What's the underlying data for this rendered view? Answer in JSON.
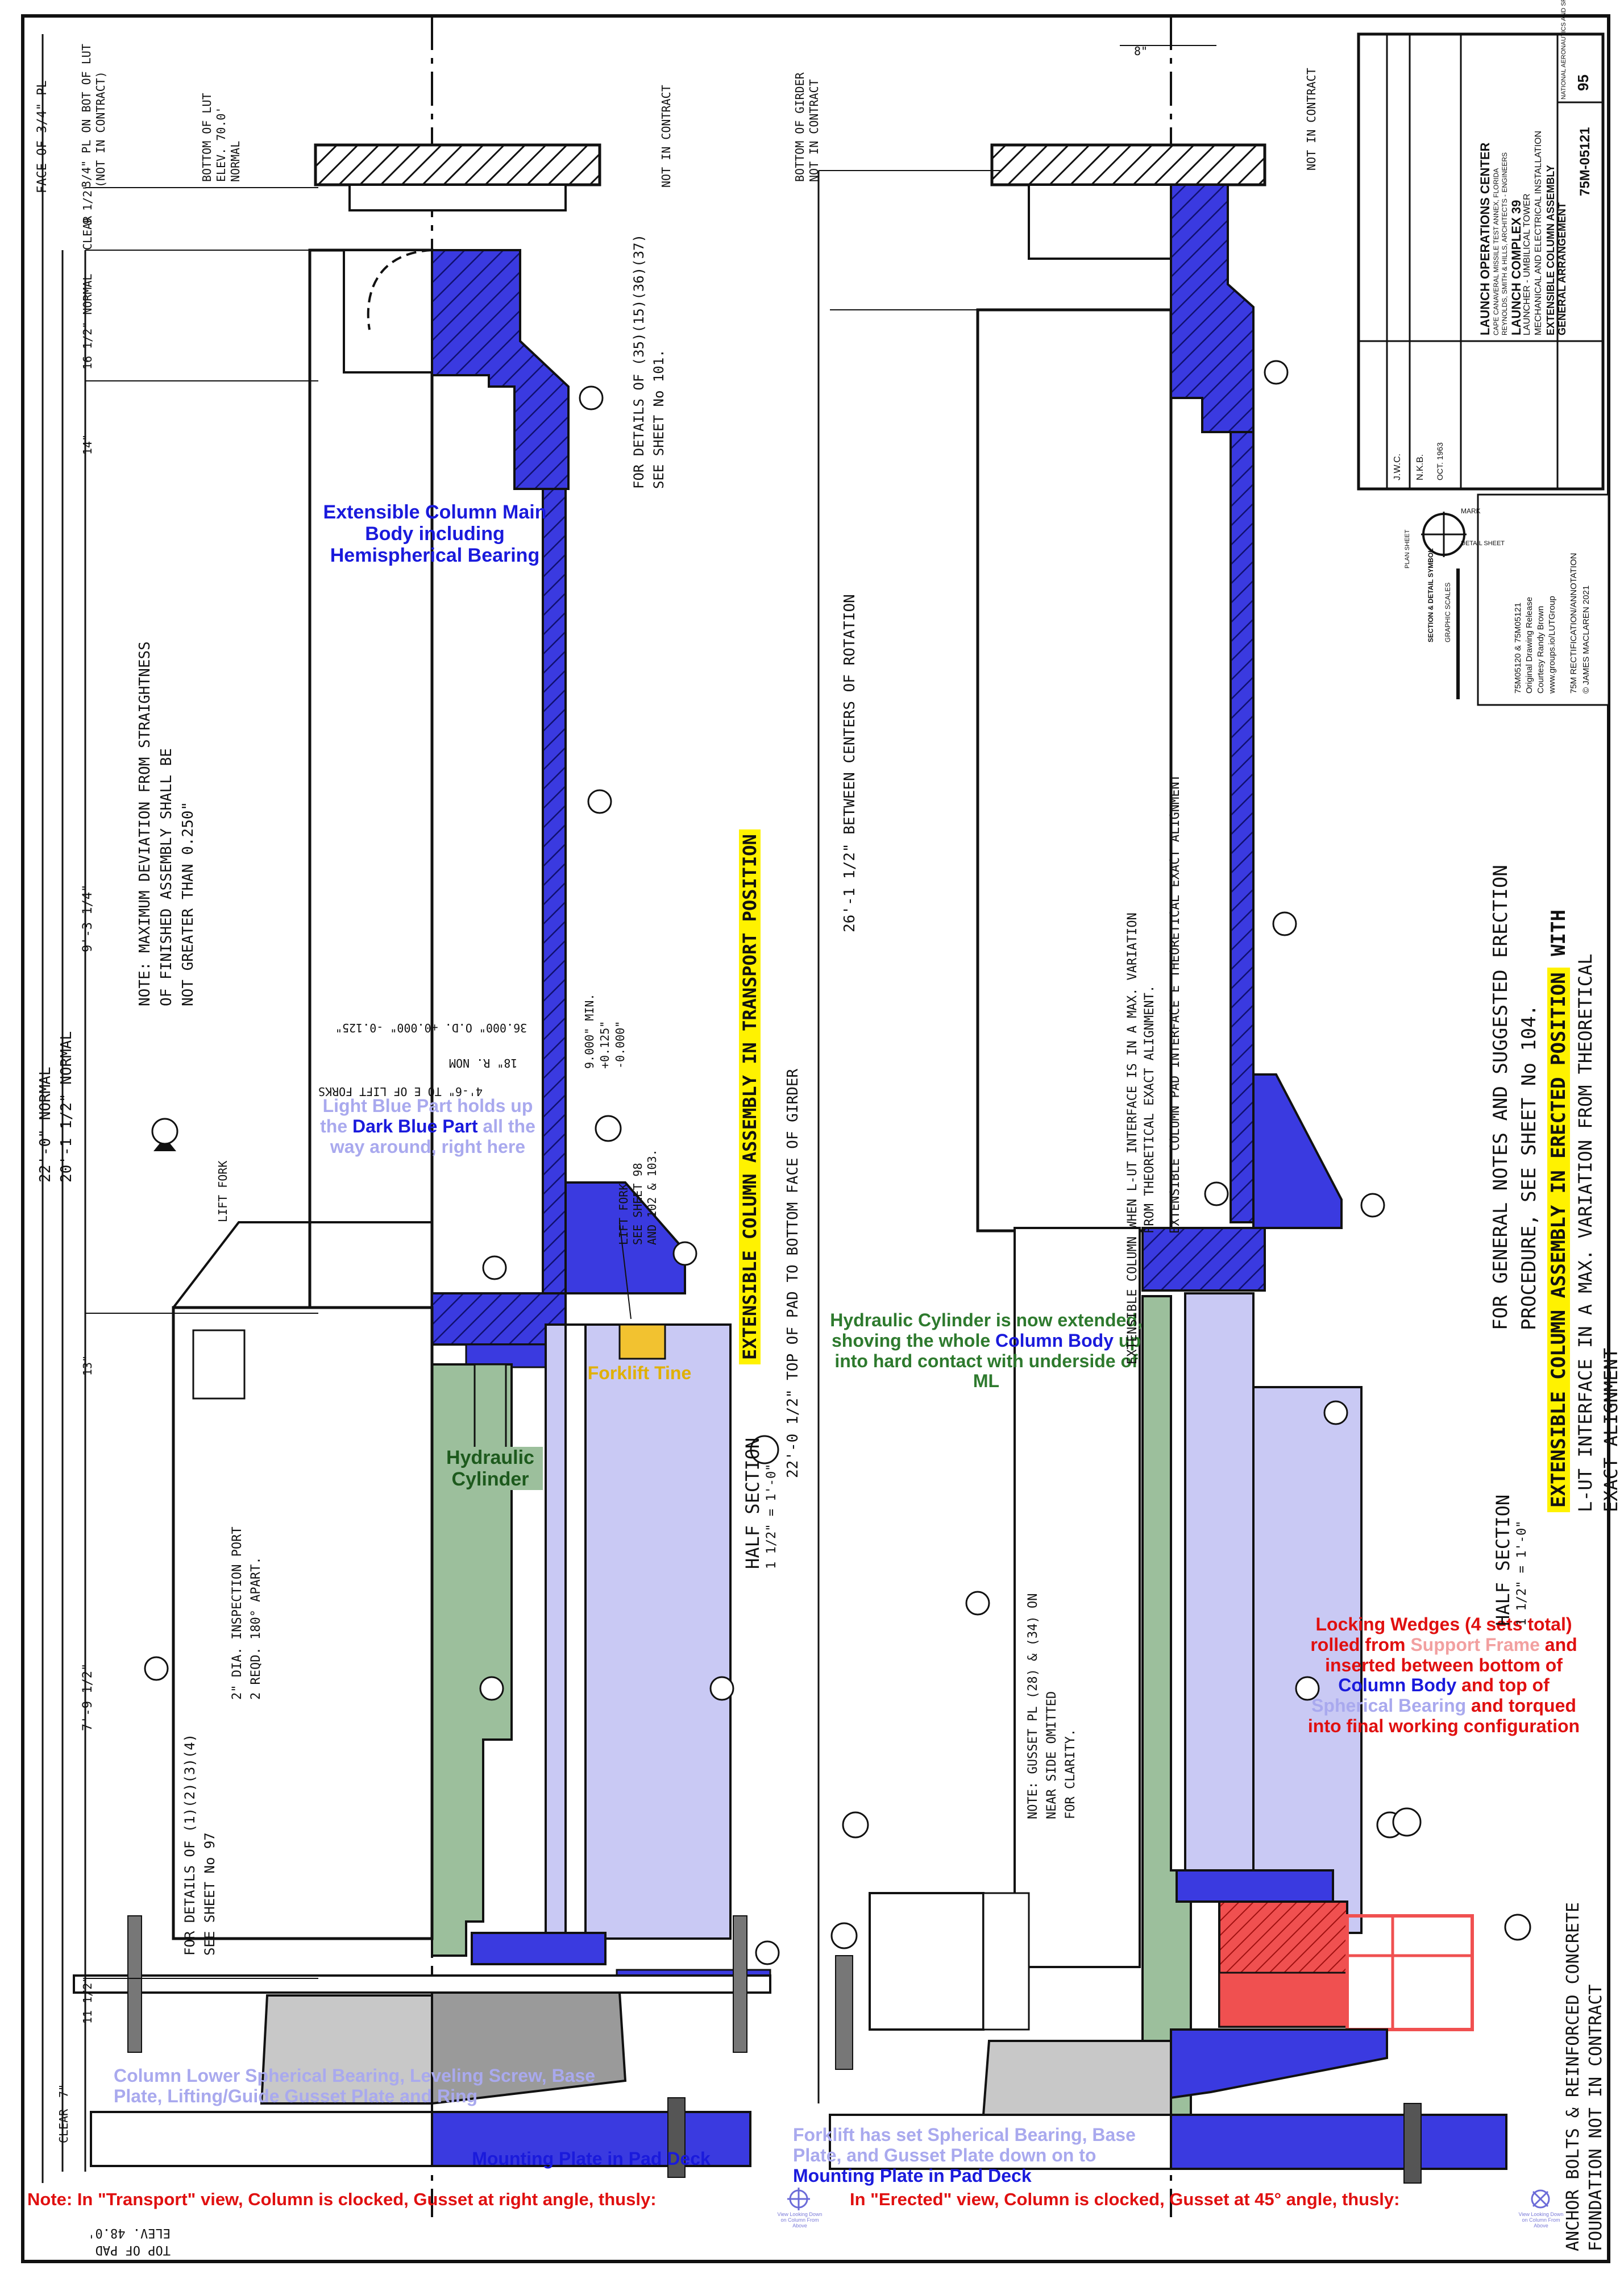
{
  "title_block": {
    "org": "LAUNCH OPERATIONS CENTER",
    "location": "CAPE CANAVERAL MISSILE TEST ANNEX, FLORIDA",
    "project": "LAUNCH COMPLEX 39",
    "subtitle1": "LAUNCHER - UMBILICAL TOWER",
    "subtitle2": "MECHANICAL AND ELECTRICAL INSTALLATION",
    "subtitle3": "EXTENSIBLE COLUMN ASSEMBLY",
    "subtitle4": "GENERAL ARRANGEMENT",
    "drawing_no": "75M-05121",
    "sheet_no": "95",
    "agency": "NATIONAL AERONAUTICS AND SPACE ADMINISTRATION",
    "firm": "REYNOLDS, SMITH & HILLS, ARCHITECTS - ENGINEERS",
    "drawn": "J.W.C.",
    "checked": "N.K.B.",
    "date": "OCT. 1963"
  },
  "credits": [
    "75M05120 & 75M05121",
    "Original Drawing Release",
    "Courtesy Randy Brown",
    "www.groups.io/LUTGroup",
    "75M RECTIFICATION/ANNOTATION",
    "© JAMES MACLAREN 2021"
  ],
  "symbol_legend": {
    "label": "SECTION & DETAIL SYMBOL",
    "mark": "MARK",
    "detail_sheet": "DETAIL SHEET",
    "plan_sheet": "PLAN SHEET",
    "scales": "GRAPHIC SCALES"
  },
  "annotations": {
    "main_body": "Extensible Column Main Body including Hemispherical Bearing",
    "light_blue_pre": "Light Blue Part holds up the ",
    "light_blue_dark": "Dark Blue Part",
    "light_blue_post": " all the way around, right here",
    "forklift_tine": "Forklift Tine",
    "hydraulic_cyl": "Hydraulic Cylinder",
    "hydraulic_ext_pre": "Hydraulic Cylinder is now extended, shoving the whole ",
    "hydraulic_ext_mid": "Column Body",
    "hydraulic_ext_post": " up into hard contact with underside of ML",
    "locking_1": "Locking Wedges (4 sets total) rolled from ",
    "locking_sf": "Support Frame",
    "locking_2": " and inserted between bottom of ",
    "locking_cb": "Column Body",
    "locking_3": " and top of ",
    "locking_sb": "Spherical Bearing",
    "locking_4": " and torqued into final working configuration",
    "lower_bearing": "Column Lower Spherical Bearing, Leveling Screw, Base Plate, Lifting/Guide Gusset Plate and Ring",
    "forklift_set_1": "Forklift has set Spherical Bearing, Base Plate, and Gusset Plate down on to ",
    "forklift_set_2": "Mounting Plate in Pad Deck",
    "mounting_plate": "Mounting Plate in Pad Deck",
    "note_transport": "Note: In \"Transport\" view, Column is clocked, Gusset at right angle, thusly:",
    "note_erected": "In \"Erected\" view, Column is clocked, Gusset at 45° angle, thusly:",
    "view_caption": "View Looking Down on Column From Above"
  },
  "section_a": {
    "caption": "EXTENSIBLE COLUMN ASSEMBLY IN TRANSPORT POSITION",
    "half_section": "HALF SECTION",
    "scale": "1 1/2\" = 1'-0\""
  },
  "section_b": {
    "caption1": "EXTENSIBLE COLUMN ASSEMBLY IN ERECTED POSITION",
    "caption1_tail": " WITH",
    "caption2": "L-UT INTERFACE IN A MAX. VARIATION FROM THEORETICAL",
    "caption3": "EXACT ALIGNMENT",
    "half_section": "HALF SECTION",
    "scale": "1 1/2\" = 1'-0\""
  },
  "drawing_notes": {
    "general_notes1": "FOR GENERAL NOTES AND SUGGESTED ERECTION",
    "general_notes2": "PROCEDURE, SEE SHEET No 104.",
    "straightness1": "NOTE: MAXIMUM DEVIATION FROM STRAIGHTNESS",
    "straightness2": "OF FINISHED ASSEMBLY SHALL BE",
    "straightness3": "NOT GREATER THAN 0.250\"",
    "details_top1": "FOR DETAILS OF (35)(15)(36)(37)",
    "details_top2": "SEE SHEET No 101.",
    "details_low1": "FOR DETAILS OF (1)(2)(3)(4)",
    "details_low2": "SEE SHEET No 97",
    "inspection1": "2\" DIA. INSPECTION PORT",
    "inspection2": "2 REQD. 180° APART.",
    "gusset_note1": "NOTE: GUSSET PL (28) & (34) ON",
    "gusset_note2": "NEAR SIDE OMITTED",
    "gusset_note3": "FOR CLARITY.",
    "anchor1": "ANCHOR BOLTS & REINFORCED CONCRETE",
    "anchor2": "FOUNDATION NOT IN CONTRACT",
    "face_of_pl": "FACE OF 3/4\" PL",
    "bot_lut1": "3/4\" PL ON BOT OF LUT",
    "bot_lut2": "(NOT IN CONTRACT)",
    "bottom_lut1": "BOTTOM OF LUT",
    "bottom_lut2": "ELEV. 70.0'",
    "bottom_lut3": "NORMAL",
    "bottom_girder1": "BOTTOM OF GIRDER",
    "bottom_girder2": "NOT IN CONTRACT",
    "not_in_contract": "NOT IN CONTRACT",
    "clear": "CLEAR",
    "normal_16": "16 1/2\" NORMAL",
    "normal_22": "22'-0\" NORMAL",
    "normal_20": "20'-1 1/2\" NORMAL",
    "d_9_3": "9'-3 1/4\"",
    "d_7_9": "7'-9 1/2\"",
    "d_14": "14\"",
    "d_13": "13\"",
    "d_11": "11 1/2\"",
    "d_7": "7\"",
    "d_9": "9 1/2\"",
    "d_8": "8\"",
    "d_22_0": "22'-0 1/2\" TOP OF PAD TO BOTTOM FACE OF GIRDER",
    "d_26_1": "26'-1 1/2\" BETWEEN CENTERS OF ROTATION",
    "d_9000": "9.000\" MIN.",
    "tol1": "+0.125\"",
    "tol2": "-0.000\"",
    "od": "36.000\" O.D. +0.000\" -0.125\"",
    "r_nom": "18\" R. NOM",
    "lift_forks": "4'-6\" TO E OF LIFT FORKS",
    "lift_fork": "LIFT FORK",
    "lift_fork_note1": "LIFT FORK",
    "lift_fork_note2": "SEE SHEET 98",
    "lift_fork_note3": "AND 102 & 103.",
    "top_pad1": "TOP OF PAD",
    "top_pad2": "ELEV. 48.0'",
    "ext_note1": "EXTENSIBLE COLUMN WHEN L-UT INTERFACE IS IN A MAX. VARIATION",
    "ext_note2": "FROM THEORETICAL EXACT ALIGNMENT.",
    "ext_note3": "EXTENSIBLE COLUMN PAD INTERFACE E THEORETICAL EXACT ALIGNMENT"
  },
  "colors": {
    "dark_blue": "#3a3ae0",
    "light_blue": "#c9c9f4",
    "green": "#9cbf9c",
    "red": "#f05050",
    "highlight": "#fff200",
    "line": "#111111"
  }
}
